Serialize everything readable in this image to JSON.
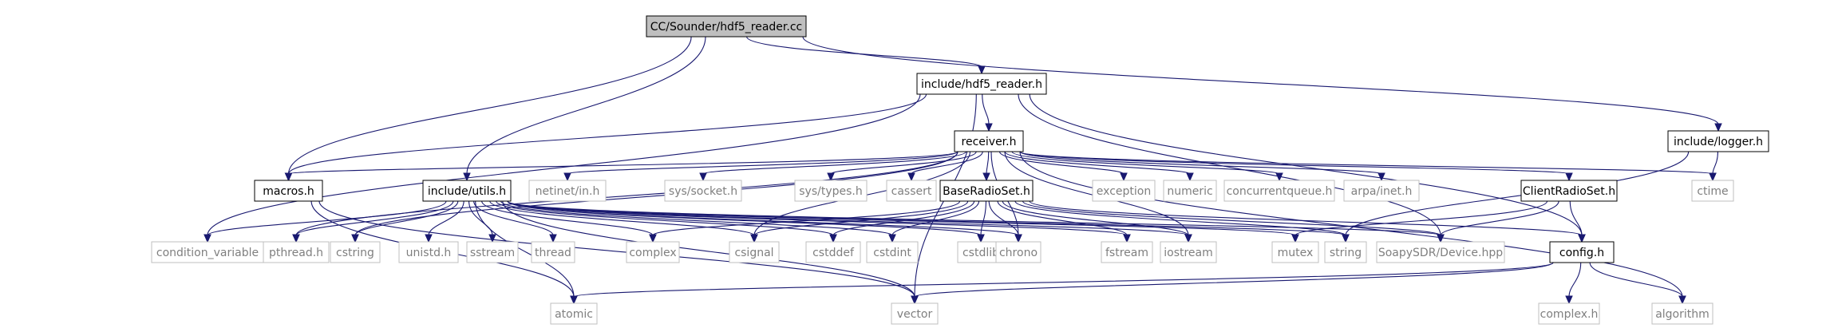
{
  "title": "",
  "colors": {
    "edge": "#191970",
    "main_fill": "#bfbfbf",
    "local_border": "#000000",
    "system_border": "#bfbfbf",
    "system_text": "#7f7f7f"
  },
  "nodes": [
    {
      "id": "hdf5_reader_cc",
      "label": "CC/Sounder/hdf5_reader.cc",
      "kind": "main"
    },
    {
      "id": "hdf5_reader_h",
      "label": "include/hdf5_reader.h",
      "kind": "local"
    },
    {
      "id": "receiver_h",
      "label": "receiver.h",
      "kind": "local"
    },
    {
      "id": "logger_h",
      "label": "include/logger.h",
      "kind": "local"
    },
    {
      "id": "macros_h",
      "label": "macros.h",
      "kind": "local"
    },
    {
      "id": "utils_h",
      "label": "include/utils.h",
      "kind": "local"
    },
    {
      "id": "netinet_in_h",
      "label": "netinet/in.h",
      "kind": "system"
    },
    {
      "id": "sys_socket_h",
      "label": "sys/socket.h",
      "kind": "system"
    },
    {
      "id": "sys_types_h",
      "label": "sys/types.h",
      "kind": "system"
    },
    {
      "id": "cassert",
      "label": "cassert",
      "kind": "system"
    },
    {
      "id": "baseradioset_h",
      "label": "BaseRadioSet.h",
      "kind": "local"
    },
    {
      "id": "exception",
      "label": "exception",
      "kind": "system"
    },
    {
      "id": "numeric",
      "label": "numeric",
      "kind": "system"
    },
    {
      "id": "concurrentqueue_h",
      "label": "concurrentqueue.h",
      "kind": "system"
    },
    {
      "id": "arpa_inet_h",
      "label": "arpa/inet.h",
      "kind": "system"
    },
    {
      "id": "clientradioset_h",
      "label": "ClientRadioSet.h",
      "kind": "local"
    },
    {
      "id": "ctime",
      "label": "ctime",
      "kind": "system"
    },
    {
      "id": "condition_variable",
      "label": "condition_variable",
      "kind": "system"
    },
    {
      "id": "pthread_h",
      "label": "pthread.h",
      "kind": "system"
    },
    {
      "id": "cstring",
      "label": "cstring",
      "kind": "system"
    },
    {
      "id": "unistd_h",
      "label": "unistd.h",
      "kind": "system"
    },
    {
      "id": "sstream",
      "label": "sstream",
      "kind": "system"
    },
    {
      "id": "thread",
      "label": "thread",
      "kind": "system"
    },
    {
      "id": "complex",
      "label": "complex",
      "kind": "system"
    },
    {
      "id": "csignal",
      "label": "csignal",
      "kind": "system"
    },
    {
      "id": "cstddef",
      "label": "cstddef",
      "kind": "system"
    },
    {
      "id": "cstdint",
      "label": "cstdint",
      "kind": "system"
    },
    {
      "id": "cstdlib",
      "label": "cstdlib",
      "kind": "system"
    },
    {
      "id": "chrono",
      "label": "chrono",
      "kind": "system"
    },
    {
      "id": "fstream",
      "label": "fstream",
      "kind": "system"
    },
    {
      "id": "iostream",
      "label": "iostream",
      "kind": "system"
    },
    {
      "id": "mutex",
      "label": "mutex",
      "kind": "system"
    },
    {
      "id": "string",
      "label": "string",
      "kind": "system"
    },
    {
      "id": "soapysdr_device_hpp",
      "label": "SoapySDR/Device.hpp",
      "kind": "system"
    },
    {
      "id": "config_h",
      "label": "config.h",
      "kind": "local"
    },
    {
      "id": "atomic",
      "label": "atomic",
      "kind": "system"
    },
    {
      "id": "vector",
      "label": "vector",
      "kind": "system"
    },
    {
      "id": "complex_h",
      "label": "complex.h",
      "kind": "system"
    },
    {
      "id": "algorithm",
      "label": "algorithm",
      "kind": "system"
    }
  ],
  "edges": [
    [
      "hdf5_reader_cc",
      "hdf5_reader_h"
    ],
    [
      "hdf5_reader_cc",
      "logger_h"
    ],
    [
      "hdf5_reader_cc",
      "macros_h"
    ],
    [
      "hdf5_reader_cc",
      "utils_h"
    ],
    [
      "hdf5_reader_h",
      "receiver_h"
    ],
    [
      "hdf5_reader_h",
      "macros_h"
    ],
    [
      "hdf5_reader_h",
      "condition_variable"
    ],
    [
      "hdf5_reader_h",
      "config_h"
    ],
    [
      "hdf5_reader_h",
      "soapysdr_device_hpp"
    ],
    [
      "hdf5_reader_h",
      "vector"
    ],
    [
      "logger_h",
      "ctime"
    ],
    [
      "logger_h",
      "string"
    ],
    [
      "receiver_h",
      "macros_h"
    ],
    [
      "receiver_h",
      "netinet_in_h"
    ],
    [
      "receiver_h",
      "sys_socket_h"
    ],
    [
      "receiver_h",
      "sys_types_h"
    ],
    [
      "receiver_h",
      "cassert"
    ],
    [
      "receiver_h",
      "baseradioset_h"
    ],
    [
      "receiver_h",
      "exception"
    ],
    [
      "receiver_h",
      "numeric"
    ],
    [
      "receiver_h",
      "concurrentqueue_h"
    ],
    [
      "receiver_h",
      "arpa_inet_h"
    ],
    [
      "receiver_h",
      "clientradioset_h"
    ],
    [
      "receiver_h",
      "ctime"
    ],
    [
      "receiver_h",
      "pthread_h"
    ],
    [
      "receiver_h",
      "cstring"
    ],
    [
      "receiver_h",
      "csignal"
    ],
    [
      "receiver_h",
      "chrono"
    ],
    [
      "receiver_h",
      "iostream"
    ],
    [
      "receiver_h",
      "algorithm"
    ],
    [
      "macros_h",
      "atomic"
    ],
    [
      "macros_h",
      "vector"
    ],
    [
      "utils_h",
      "condition_variable"
    ],
    [
      "utils_h",
      "pthread_h"
    ],
    [
      "utils_h",
      "cstring"
    ],
    [
      "utils_h",
      "unistd_h"
    ],
    [
      "utils_h",
      "sstream"
    ],
    [
      "utils_h",
      "thread"
    ],
    [
      "utils_h",
      "complex"
    ],
    [
      "utils_h",
      "csignal"
    ],
    [
      "utils_h",
      "cstddef"
    ],
    [
      "utils_h",
      "cstdint"
    ],
    [
      "utils_h",
      "cstdlib"
    ],
    [
      "utils_h",
      "chrono"
    ],
    [
      "utils_h",
      "fstream"
    ],
    [
      "utils_h",
      "iostream"
    ],
    [
      "utils_h",
      "mutex"
    ],
    [
      "utils_h",
      "string"
    ],
    [
      "utils_h",
      "soapysdr_device_hpp"
    ],
    [
      "utils_h",
      "atomic"
    ],
    [
      "utils_h",
      "vector"
    ],
    [
      "baseradioset_h",
      "complex"
    ],
    [
      "baseradioset_h",
      "csignal"
    ],
    [
      "baseradioset_h",
      "cstddef"
    ],
    [
      "baseradioset_h",
      "cstdint"
    ],
    [
      "baseradioset_h",
      "cstdlib"
    ],
    [
      "baseradioset_h",
      "chrono"
    ],
    [
      "baseradioset_h",
      "fstream"
    ],
    [
      "baseradioset_h",
      "iostream"
    ],
    [
      "baseradioset_h",
      "string"
    ],
    [
      "baseradioset_h",
      "soapysdr_device_hpp"
    ],
    [
      "baseradioset_h",
      "config_h"
    ],
    [
      "clientradioset_h",
      "mutex"
    ],
    [
      "clientradioset_h",
      "soapysdr_device_hpp"
    ],
    [
      "clientradioset_h",
      "config_h"
    ],
    [
      "config_h",
      "atomic"
    ],
    [
      "config_h",
      "vector"
    ],
    [
      "config_h",
      "complex_h"
    ],
    [
      "config_h",
      "algorithm"
    ]
  ]
}
